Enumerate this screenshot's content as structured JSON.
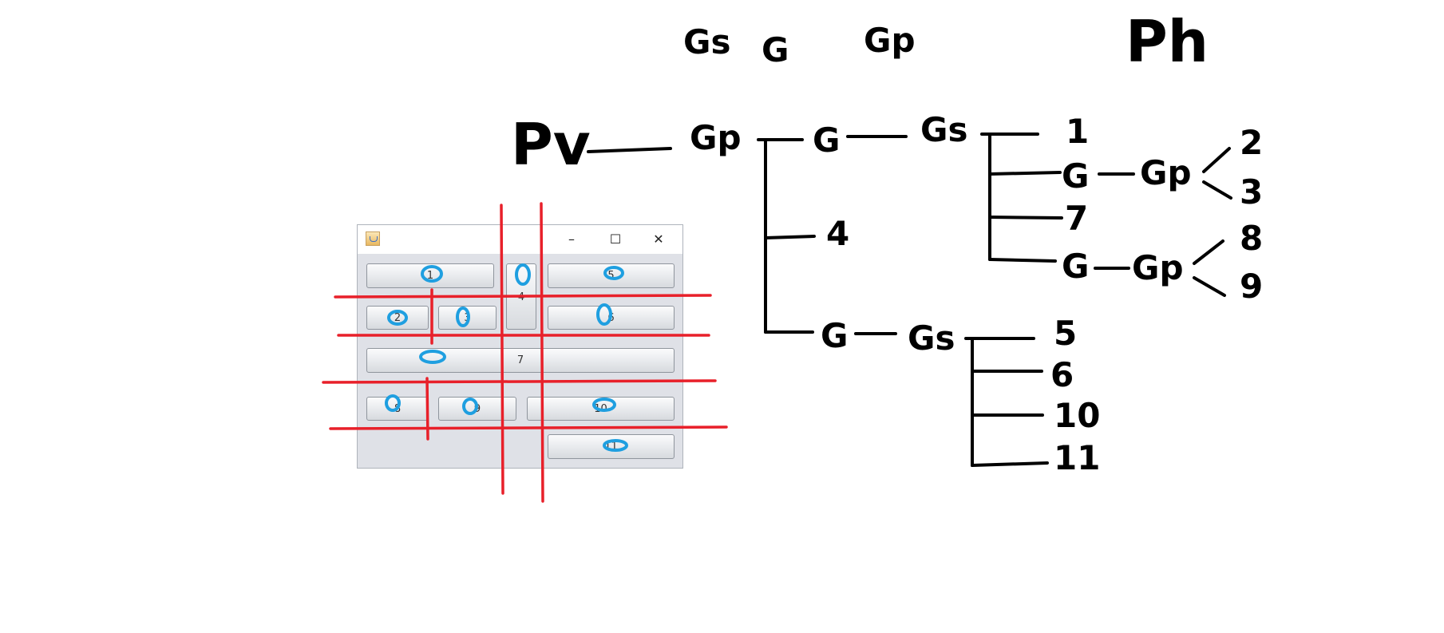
{
  "header_labels": {
    "gs": "Gs",
    "g": "G",
    "gp": "Gp",
    "ph": "Ph"
  },
  "tree": {
    "root": "Pv",
    "gp": "Gp",
    "g_top": "G",
    "gs_top": "Gs",
    "n1": "1",
    "g_a": "G",
    "gp_a": "Gp",
    "n2": "2",
    "n3": "3",
    "n7": "7",
    "g_b": "G",
    "gp_b": "Gp",
    "n8": "8",
    "n9": "9",
    "n4": "4",
    "g_bottom": "G",
    "gs_bottom": "Gs",
    "n5": "5",
    "n6": "6",
    "n10": "10",
    "n11": "11"
  },
  "window": {
    "minimize": "–",
    "maximize": "☐",
    "close": "✕",
    "buttons": {
      "b1": "1",
      "b2": "2",
      "b3": "3",
      "b4": "4",
      "b5": "5",
      "b6": "6",
      "b7": "7",
      "b8": "8",
      "b9": "9",
      "b10": "10",
      "b11": "11"
    }
  },
  "colors": {
    "annotation_red": "#e8202a",
    "annotation_blue": "#1f9fe0",
    "ink": "#000000"
  },
  "icons": [
    "java-app-icon",
    "minimize-icon",
    "maximize-icon",
    "close-icon"
  ]
}
